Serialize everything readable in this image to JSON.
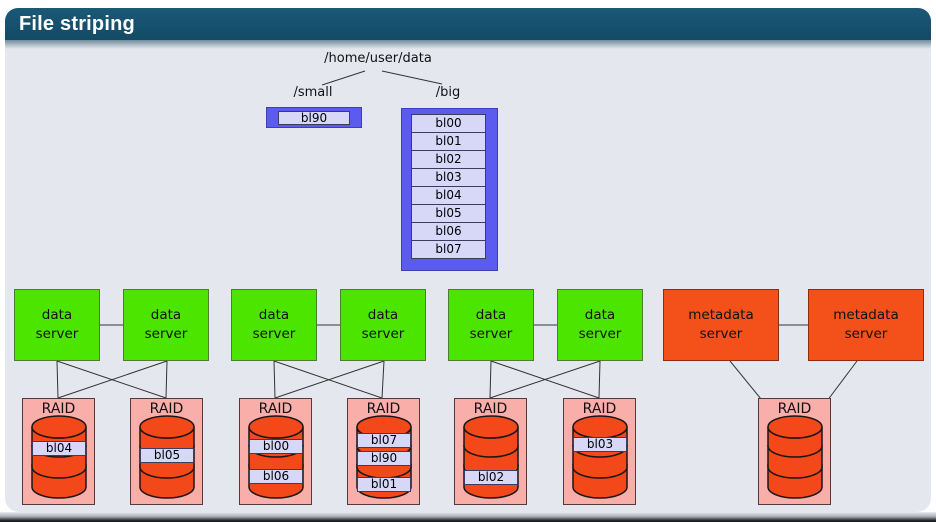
{
  "title": "File striping",
  "tree": {
    "root_path": "/home/user/data",
    "small": {
      "label": "/small",
      "blocks": [
        "bl90"
      ]
    },
    "big": {
      "label": "/big",
      "blocks": [
        "bl00",
        "bl01",
        "bl02",
        "bl03",
        "bl04",
        "bl05",
        "bl06",
        "bl07"
      ]
    }
  },
  "servers": {
    "data_server_label": "data\nserver",
    "metadata_server_label": "metadata\nserver",
    "data_server_count": 6,
    "metadata_server_count": 2
  },
  "raids": [
    {
      "label": "RAID",
      "blocks": [
        "bl04"
      ]
    },
    {
      "label": "RAID",
      "blocks": [
        "bl05"
      ]
    },
    {
      "label": "RAID",
      "blocks": [
        "bl00",
        "bl06"
      ]
    },
    {
      "label": "RAID",
      "blocks": [
        "bl07",
        "bl90",
        "bl01"
      ]
    },
    {
      "label": "RAID",
      "blocks": [
        "bl02"
      ]
    },
    {
      "label": "RAID",
      "blocks": [
        "bl03"
      ]
    },
    {
      "label": "RAID",
      "blocks": []
    }
  ],
  "colors": {
    "titlebar": "#15506d",
    "panel_bg": "#e4e8ee",
    "file_block_outer": "#5b5bf0",
    "file_block_inner": "#d7d8f8",
    "data_server": "#4be500",
    "metadata_server": "#f4511a",
    "raid_box": "#f9aeaa",
    "disk": "#f2481a"
  }
}
